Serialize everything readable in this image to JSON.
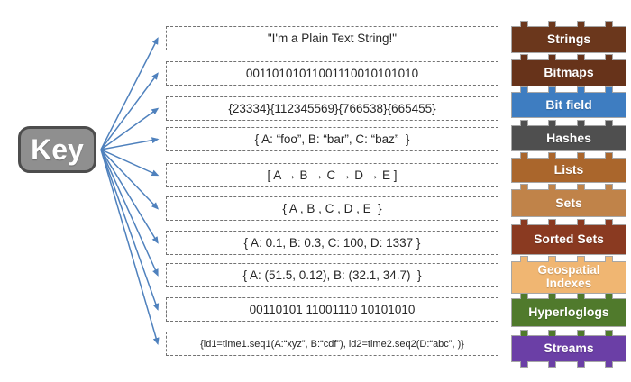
{
  "key_label": "Key",
  "colors": {
    "arrow": "#4f81bd",
    "key_fill": "#8f8f8f",
    "key_border": "#4d4d4d",
    "box_border": "#737373",
    "box_text": "#262626",
    "brick_border": "#a6a6a6",
    "brick_text": "#ffffff"
  },
  "rows": [
    {
      "value": "\"I'm a Plain Text String!\"",
      "label": "Strings",
      "brick_color": "#6b371c"
    },
    {
      "value": "00110101011001110010101010",
      "label": "Bitmaps",
      "brick_color": "#67331a"
    },
    {
      "value": "{23334}{112345569}{766538}{665455}",
      "label": "Bit field",
      "brick_color": "#3e7dc1"
    },
    {
      "value": "{ A: “foo”, B: “bar”, C: “baz”  }",
      "label": "Hashes",
      "brick_color": "#4f4f4f"
    },
    {
      "value": "[ A → B → C → D → E ]",
      "label": "Lists",
      "brick_color": "#aa662c"
    },
    {
      "value": "{ A , B , C , D , E  }",
      "label": "Sets",
      "brick_color": "#c08349"
    },
    {
      "value": "{ A: 0.1, B: 0.3, C: 100, D: 1337 }",
      "label": "Sorted Sets",
      "brick_color": "#8a3a21"
    },
    {
      "value": "{ A: (51.5, 0.12), B: (32.1, 34.7)  }",
      "label": "Geospatial Indexes",
      "brick_color": "#f0b672"
    },
    {
      "value": "00110101 11001110 10101010",
      "label": "Hyperloglogs",
      "brick_color": "#507a2c"
    },
    {
      "value": "{id1=time1.seq1(A:“xyz”, B:“cdf”), id2=time2.seq2(D:“abc”, )}",
      "label": "Streams",
      "brick_color": "#6b3fa6",
      "top_stud_color": "#507a2c",
      "has_bottom_studs": true
    }
  ]
}
